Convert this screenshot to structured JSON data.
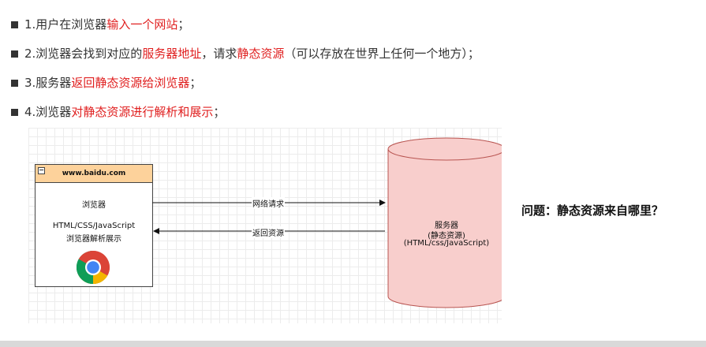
{
  "steps": [
    {
      "plain": "1.用户在浏览器",
      "highlight": "输入一个网站",
      "rest": "；"
    },
    {
      "plain": "2.浏览器会找到对应的",
      "highlight": "服务器地址",
      "mid": "，请求",
      "highlight2": "静态资源",
      "rest": "（可以存放在世界上任何一个地方）；"
    },
    {
      "plain": "3.服务器",
      "highlight": "返回静态资源给浏览器",
      "rest": "；"
    },
    {
      "plain": "4.浏览器",
      "highlight": "对静态资源进行解析和展示",
      "rest": "；"
    }
  ],
  "diagram": {
    "browser": {
      "header": "www.baidu.com",
      "title": "浏览器",
      "tech": "HTML/CSS/JavaScript",
      "desc": "浏览器解析展示",
      "icon": "chrome-logo-icon"
    },
    "server": {
      "title": "服务器",
      "sub": "(静态资源)",
      "tech": "(HTML/css/JavaScript)"
    },
    "request_label": "网络请求",
    "response_label": "返回资源"
  },
  "question": "问题：静态资源来自哪里？",
  "colors": {
    "highlight": "#e02020",
    "browser_header": "#fdd29b",
    "server_fill": "#f8cecc",
    "server_stroke": "#b85450"
  }
}
